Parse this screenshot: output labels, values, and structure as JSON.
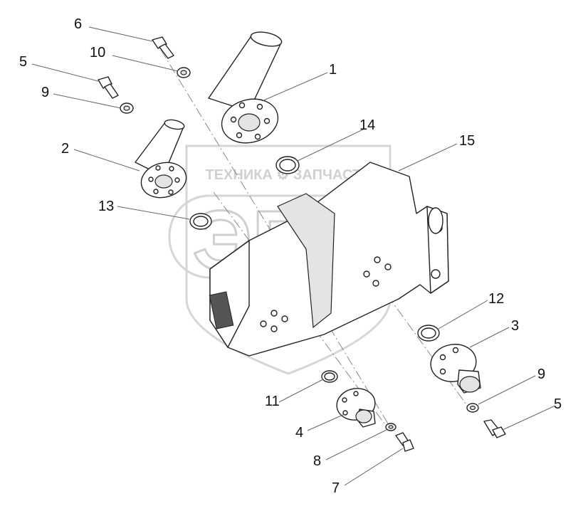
{
  "watermark": {
    "top_text": "ТЕХНИКА ⚙ ЗАПЧАСТИ",
    "big_text": "ЭПФ"
  },
  "callouts": [
    {
      "id": "6"
    },
    {
      "id": "10"
    },
    {
      "id": "5a",
      "label": "5"
    },
    {
      "id": "9a",
      "label": "9"
    },
    {
      "id": "1"
    },
    {
      "id": "14"
    },
    {
      "id": "15"
    },
    {
      "id": "2"
    },
    {
      "id": "13"
    },
    {
      "id": "12"
    },
    {
      "id": "3"
    },
    {
      "id": "9b",
      "label": "9"
    },
    {
      "id": "5b",
      "label": "5"
    },
    {
      "id": "11"
    },
    {
      "id": "4"
    },
    {
      "id": "8"
    },
    {
      "id": "7"
    }
  ],
  "labels": {
    "c6": "6",
    "c10": "10",
    "c5a": "5",
    "c9a": "9",
    "c1": "1",
    "c14": "14",
    "c15": "15",
    "c2": "2",
    "c13": "13",
    "c12": "12",
    "c3": "3",
    "c9b": "9",
    "c5b": "5",
    "c11": "11",
    "c4": "4",
    "c8": "8",
    "c7": "7"
  }
}
